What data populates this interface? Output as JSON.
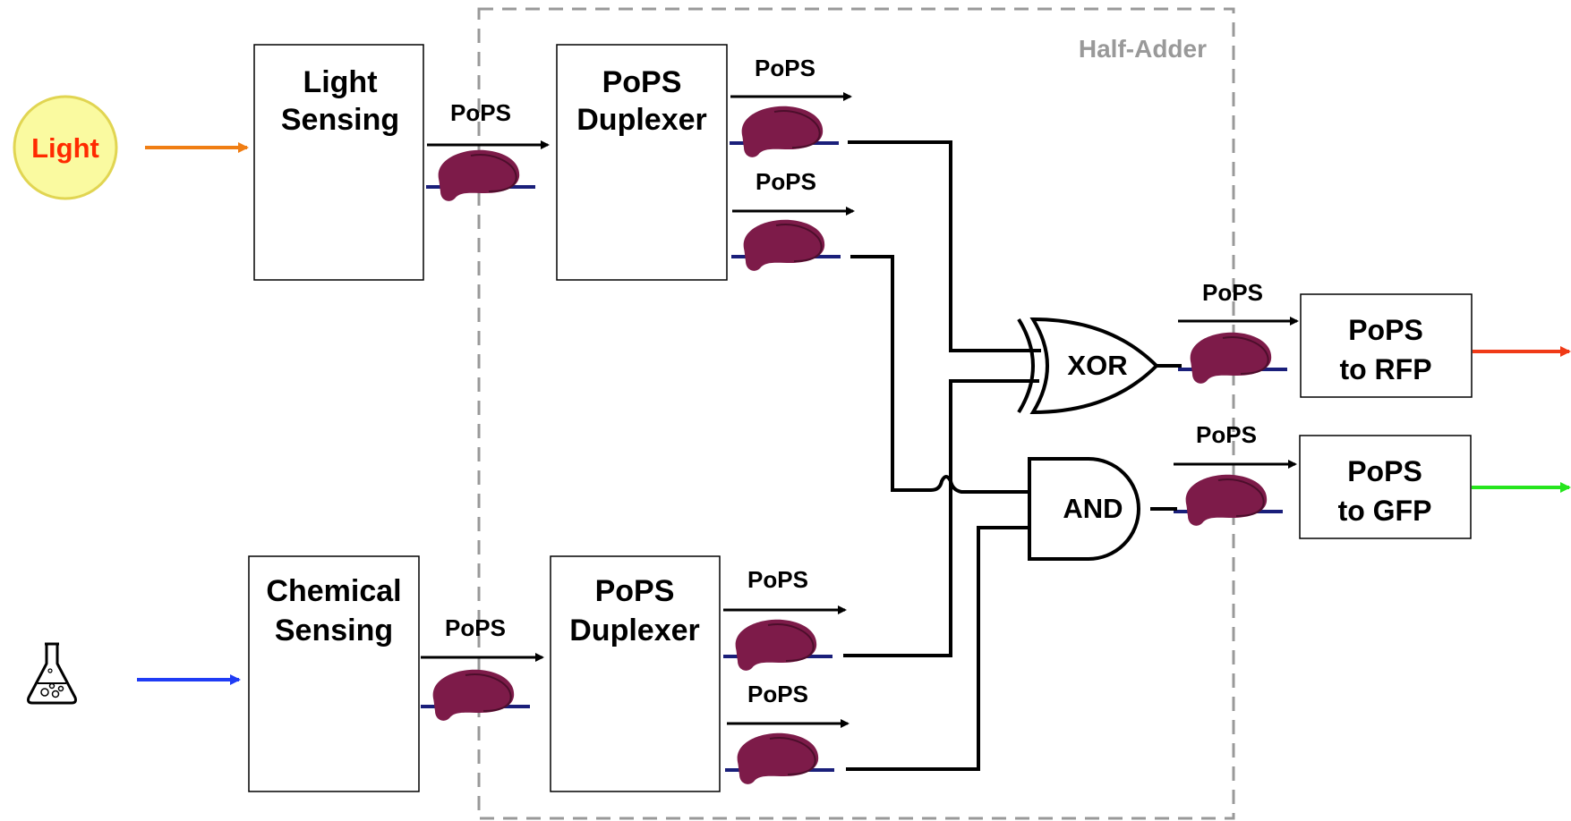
{
  "diagram": {
    "half_adder_label": "Half-Adder",
    "inputs": {
      "light_label": "Light",
      "chemical_icon": "flask-icon"
    },
    "blocks": {
      "light_sensing": [
        "Light",
        "Sensing"
      ],
      "chemical_sensing": [
        "Chemical",
        "Sensing"
      ],
      "duplexer_top": [
        "PoPS",
        "Duplexer"
      ],
      "duplexer_bottom": [
        "PoPS",
        "Duplexer"
      ],
      "rfp": [
        "PoPS",
        "to RFP"
      ],
      "gfp": [
        "PoPS",
        "to GFP"
      ]
    },
    "gates": {
      "xor": "XOR",
      "and": "AND"
    },
    "signal_label": "PoPS",
    "colors": {
      "light_arrow": "#f07e14",
      "chem_arrow": "#1f3cf5",
      "rfp_arrow": "#f03a17",
      "gfp_arrow": "#26e51d",
      "light_text": "#ff2a00",
      "light_circle": "#fafaa0",
      "light_circle_border": "#e1d552",
      "ribosome": "#7d1b49",
      "dna": "#1a1f7a",
      "dashed_border": "#999999"
    }
  }
}
